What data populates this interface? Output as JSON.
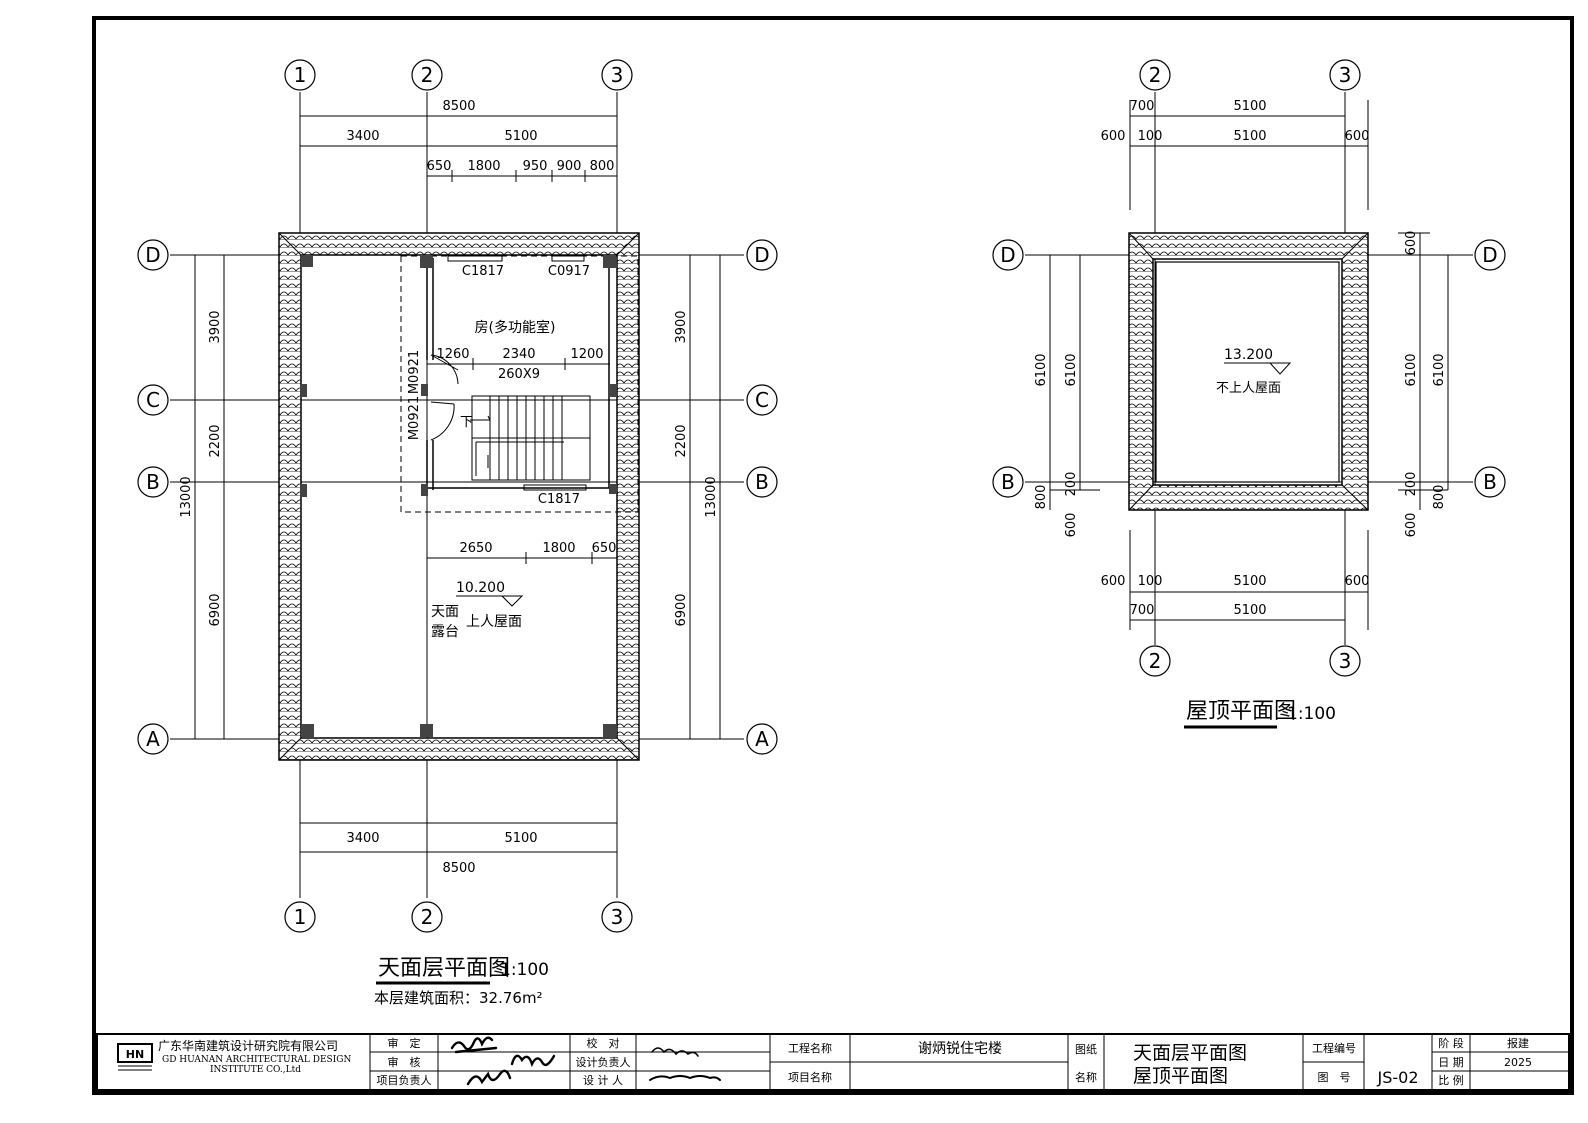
{
  "plan_left": {
    "title": "天面层平面图",
    "scale": "1:100",
    "area_text": "本层建筑面积：32.76m²",
    "axes_top": [
      "1",
      "2",
      "3"
    ],
    "axes_bottom": [
      "1",
      "2",
      "3"
    ],
    "axes_left": [
      "D",
      "C",
      "B",
      "A"
    ],
    "axes_right": [
      "D",
      "C",
      "B",
      "A"
    ],
    "dim_top_total": "8500",
    "dim_top_parts": [
      "3400",
      "5100"
    ],
    "dim_top_detail": [
      "650",
      "1800",
      "950",
      "900",
      "800"
    ],
    "dim_bottom_parts": [
      "3400",
      "5100"
    ],
    "dim_bottom_total": "8500",
    "dim_left_parts": [
      "3900",
      "2200",
      "6900"
    ],
    "dim_left_total": "13000",
    "dim_right_parts": [
      "3900",
      "2200",
      "6900"
    ],
    "dim_right_total": "13000",
    "dim_stair": [
      "1260",
      "2340",
      "1200"
    ],
    "stair_label": "260X9",
    "stair_down": "下",
    "dim_terrace": [
      "2650",
      "1800",
      "650"
    ],
    "windows": [
      "C1817",
      "C0917",
      "C1817"
    ],
    "doors": [
      "M0921",
      "M0921"
    ],
    "room_label": "房(多功能室)",
    "elevation": "10.200",
    "elev_label": "上人屋面",
    "terrace_label_1": "天面",
    "terrace_label_2": "露台"
  },
  "plan_right": {
    "title": "屋顶平面图",
    "scale": "1:100",
    "axes_top": [
      "2",
      "3"
    ],
    "axes_bottom": [
      "2",
      "3"
    ],
    "axes_left": [
      "D",
      "B"
    ],
    "axes_right": [
      "D",
      "B"
    ],
    "dim_top_row1": [
      "700",
      "5100"
    ],
    "dim_top_row2": [
      "600",
      "100",
      "5100",
      "600"
    ],
    "dim_bottom_row1": [
      "600",
      "100",
      "5100",
      "600"
    ],
    "dim_bottom_row2": [
      "700",
      "5100"
    ],
    "dim_left_outer": "6100",
    "dim_left_inner": "6100",
    "dim_left_b": [
      "800",
      "200",
      "600"
    ],
    "dim_right_outer": "6100",
    "dim_right_inner": "6100",
    "dim_right_top": "600",
    "dim_right_b": [
      "200",
      "800",
      "600"
    ],
    "elevation": "13.200",
    "elev_label": "不上人屋面"
  },
  "title_block": {
    "company_cn": "广东华南建筑设计研究院有限公司",
    "company_en_1": "GD HUANAN ARCHITECTURAL DESIGN",
    "company_en_2": "INSTITUTE CO.,Ltd",
    "logo_text": "HN",
    "row_labels_a": [
      "审　定",
      "审　核",
      "项目负责人"
    ],
    "row_labels_b": [
      "校　对",
      "设计负责人",
      "设 计 人"
    ],
    "project_name_label": "工程名称",
    "project_name": "谢炳锐住宅楼",
    "item_name_label": "项目名称",
    "drawing_label_1": "图纸",
    "drawing_label_2": "名称",
    "drawing_name_1": "天面层平面图",
    "drawing_name_2": "屋顶平面图",
    "project_no_label": "工程编号",
    "drawing_no_label": "图　号",
    "drawing_no": "JS-02",
    "stage_label": "阶 段",
    "stage": "报建",
    "date_label": "日 期",
    "date": "2025",
    "scale_label": "比 例"
  }
}
